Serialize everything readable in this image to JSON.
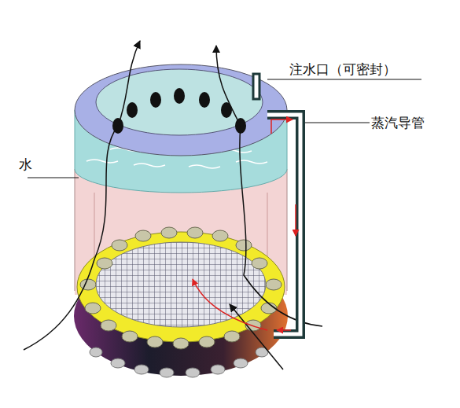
{
  "diagram": {
    "labels": [
      "注水口（可密封）",
      "蒸汽导管",
      "水"
    ]
  }
}
